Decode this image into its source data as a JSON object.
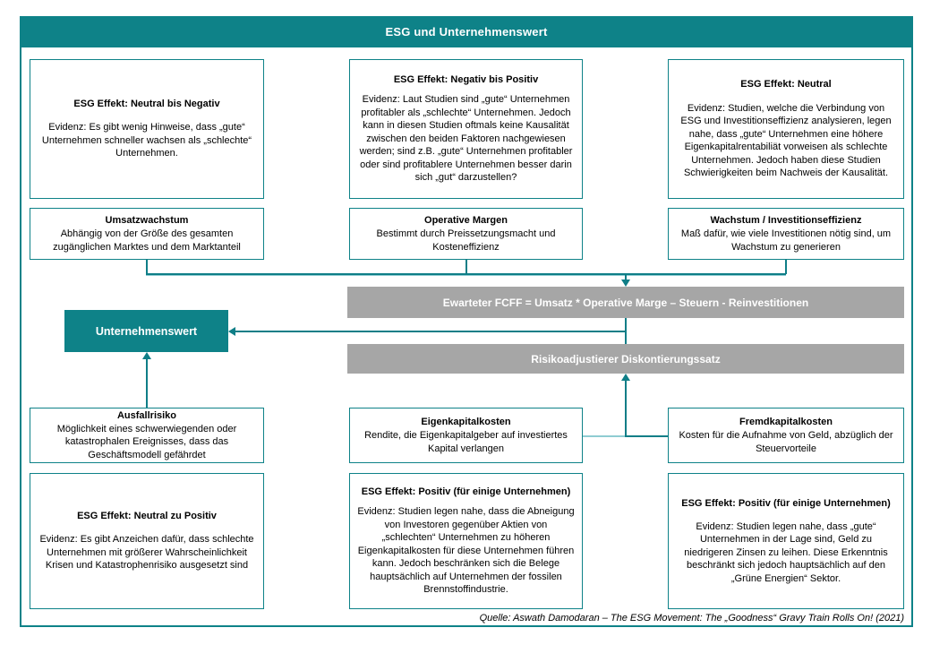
{
  "header": {
    "title": "ESG und Unternehmenswert"
  },
  "colors": {
    "teal": "#0e8288",
    "gray_bar": "#a6a6a6",
    "line": "#0f7e87",
    "light_line": "#8fccd2",
    "box_border": "#0e8288"
  },
  "top_effect_boxes": [
    {
      "title": "ESG  Effekt: Neutral bis Negativ",
      "body": "Evidenz: Es gibt wenig Hinweise, dass „gute“ Unternehmen schneller wachsen als „schlechte“ Unternehmen."
    },
    {
      "title": "ESG  Effekt: Negativ bis Positiv",
      "body": "Evidenz: Laut Studien sind „gute“ Unternehmen profitabler als „schlechte“ Unternehmen. Jedoch kann in diesen Studien oftmals keine Kausalität zwischen den beiden Faktoren nachgewiesen werden; sind z.B. „gute“ Unternehmen profitabler oder sind profitablere Unternehmen besser darin sich „gut“ darzustellen?"
    },
    {
      "title": "ESG  Effekt: Neutral",
      "body": "Evidenz: Studien, welche die Verbindung von ESG und Investitionseffizienz analysieren, legen nahe, dass „gute“ Unternehmen eine höhere Eigenkapitalrentabiliät vorweisen als schlechte Unternehmen. Jedoch haben diese Studien Schwierigkeiten beim Nachweis der Kausalität."
    }
  ],
  "driver_boxes": [
    {
      "title": "Umsatzwachstum",
      "body": "Abhängig von  der Größe des gesamten zugänglichen Marktes und dem Marktanteil"
    },
    {
      "title": "Operative Margen",
      "body": "Bestimmt durch Preissetzungsmacht und Kosteneffizienz"
    },
    {
      "title": "Wachstum / Investitionseffizienz",
      "body": "Maß dafür, wie viele Investitionen nötig sind, um Wachstum zu generieren"
    }
  ],
  "fcff_bar": {
    "label": "Ewarteter FCFF   = Umsatz * Operative Marge – Steuern - Reinvestitionen"
  },
  "discount_bar": {
    "label": "Risikoadjustierer Diskontierungssatz"
  },
  "value_box": {
    "label": "Unternehmenswert"
  },
  "risk_boxes": [
    {
      "title": "Ausfallrisiko",
      "body": "Möglichkeit eines schwerwiegenden oder katastrophalen Ereignisses, dass das Geschäftsmodell gefährdet"
    },
    {
      "title": "Eigenkapitalkosten",
      "body": "Rendite, die Eigenkapitalgeber auf investiertes Kapital verlangen"
    },
    {
      "title": "Fremdkapitalkosten",
      "body": "Kosten für die Aufnahme von  Geld, abzüglich der Steuervorteile"
    }
  ],
  "bottom_effect_boxes": [
    {
      "title": "ESG  Effekt: Neutral zu Positiv",
      "body": "Evidenz: Es gibt Anzeichen  dafür, dass schlechte Unternehmen mit größerer Wahrscheinlichkeit Krisen und Katastrophenrisiko ausgesetzt sind"
    },
    {
      "title": "ESG  Effekt: Positiv  (für einige Unternehmen)",
      "body": "Evidenz: Studien legen nahe, dass die Abneigung von Investoren gegenüber Aktien von „schlechten“ Unternehmen zu höheren Eigenkapitalkosten für diese Unternehmen führen kann. Jedoch beschränken sich die Belege hauptsächlich auf Unternehmen der fossilen Brennstoffindustrie."
    },
    {
      "title": "ESG  Effekt: Positiv  (für einige Unternehmen)",
      "body": "Evidenz: Studien legen nahe, dass „gute“ Unternehmen  in der Lage sind, Geld zu niedrigeren Zinsen zu leihen. Diese Erkenntnis beschränkt sich jedoch hauptsächlich auf den „Grüne Energien“  Sektor."
    }
  ],
  "source": {
    "text": "Quelle: Aswath  Damodaran – The ESG  Movement: The „Goodness“ Gravy  Train Rolls On! (2021)"
  }
}
